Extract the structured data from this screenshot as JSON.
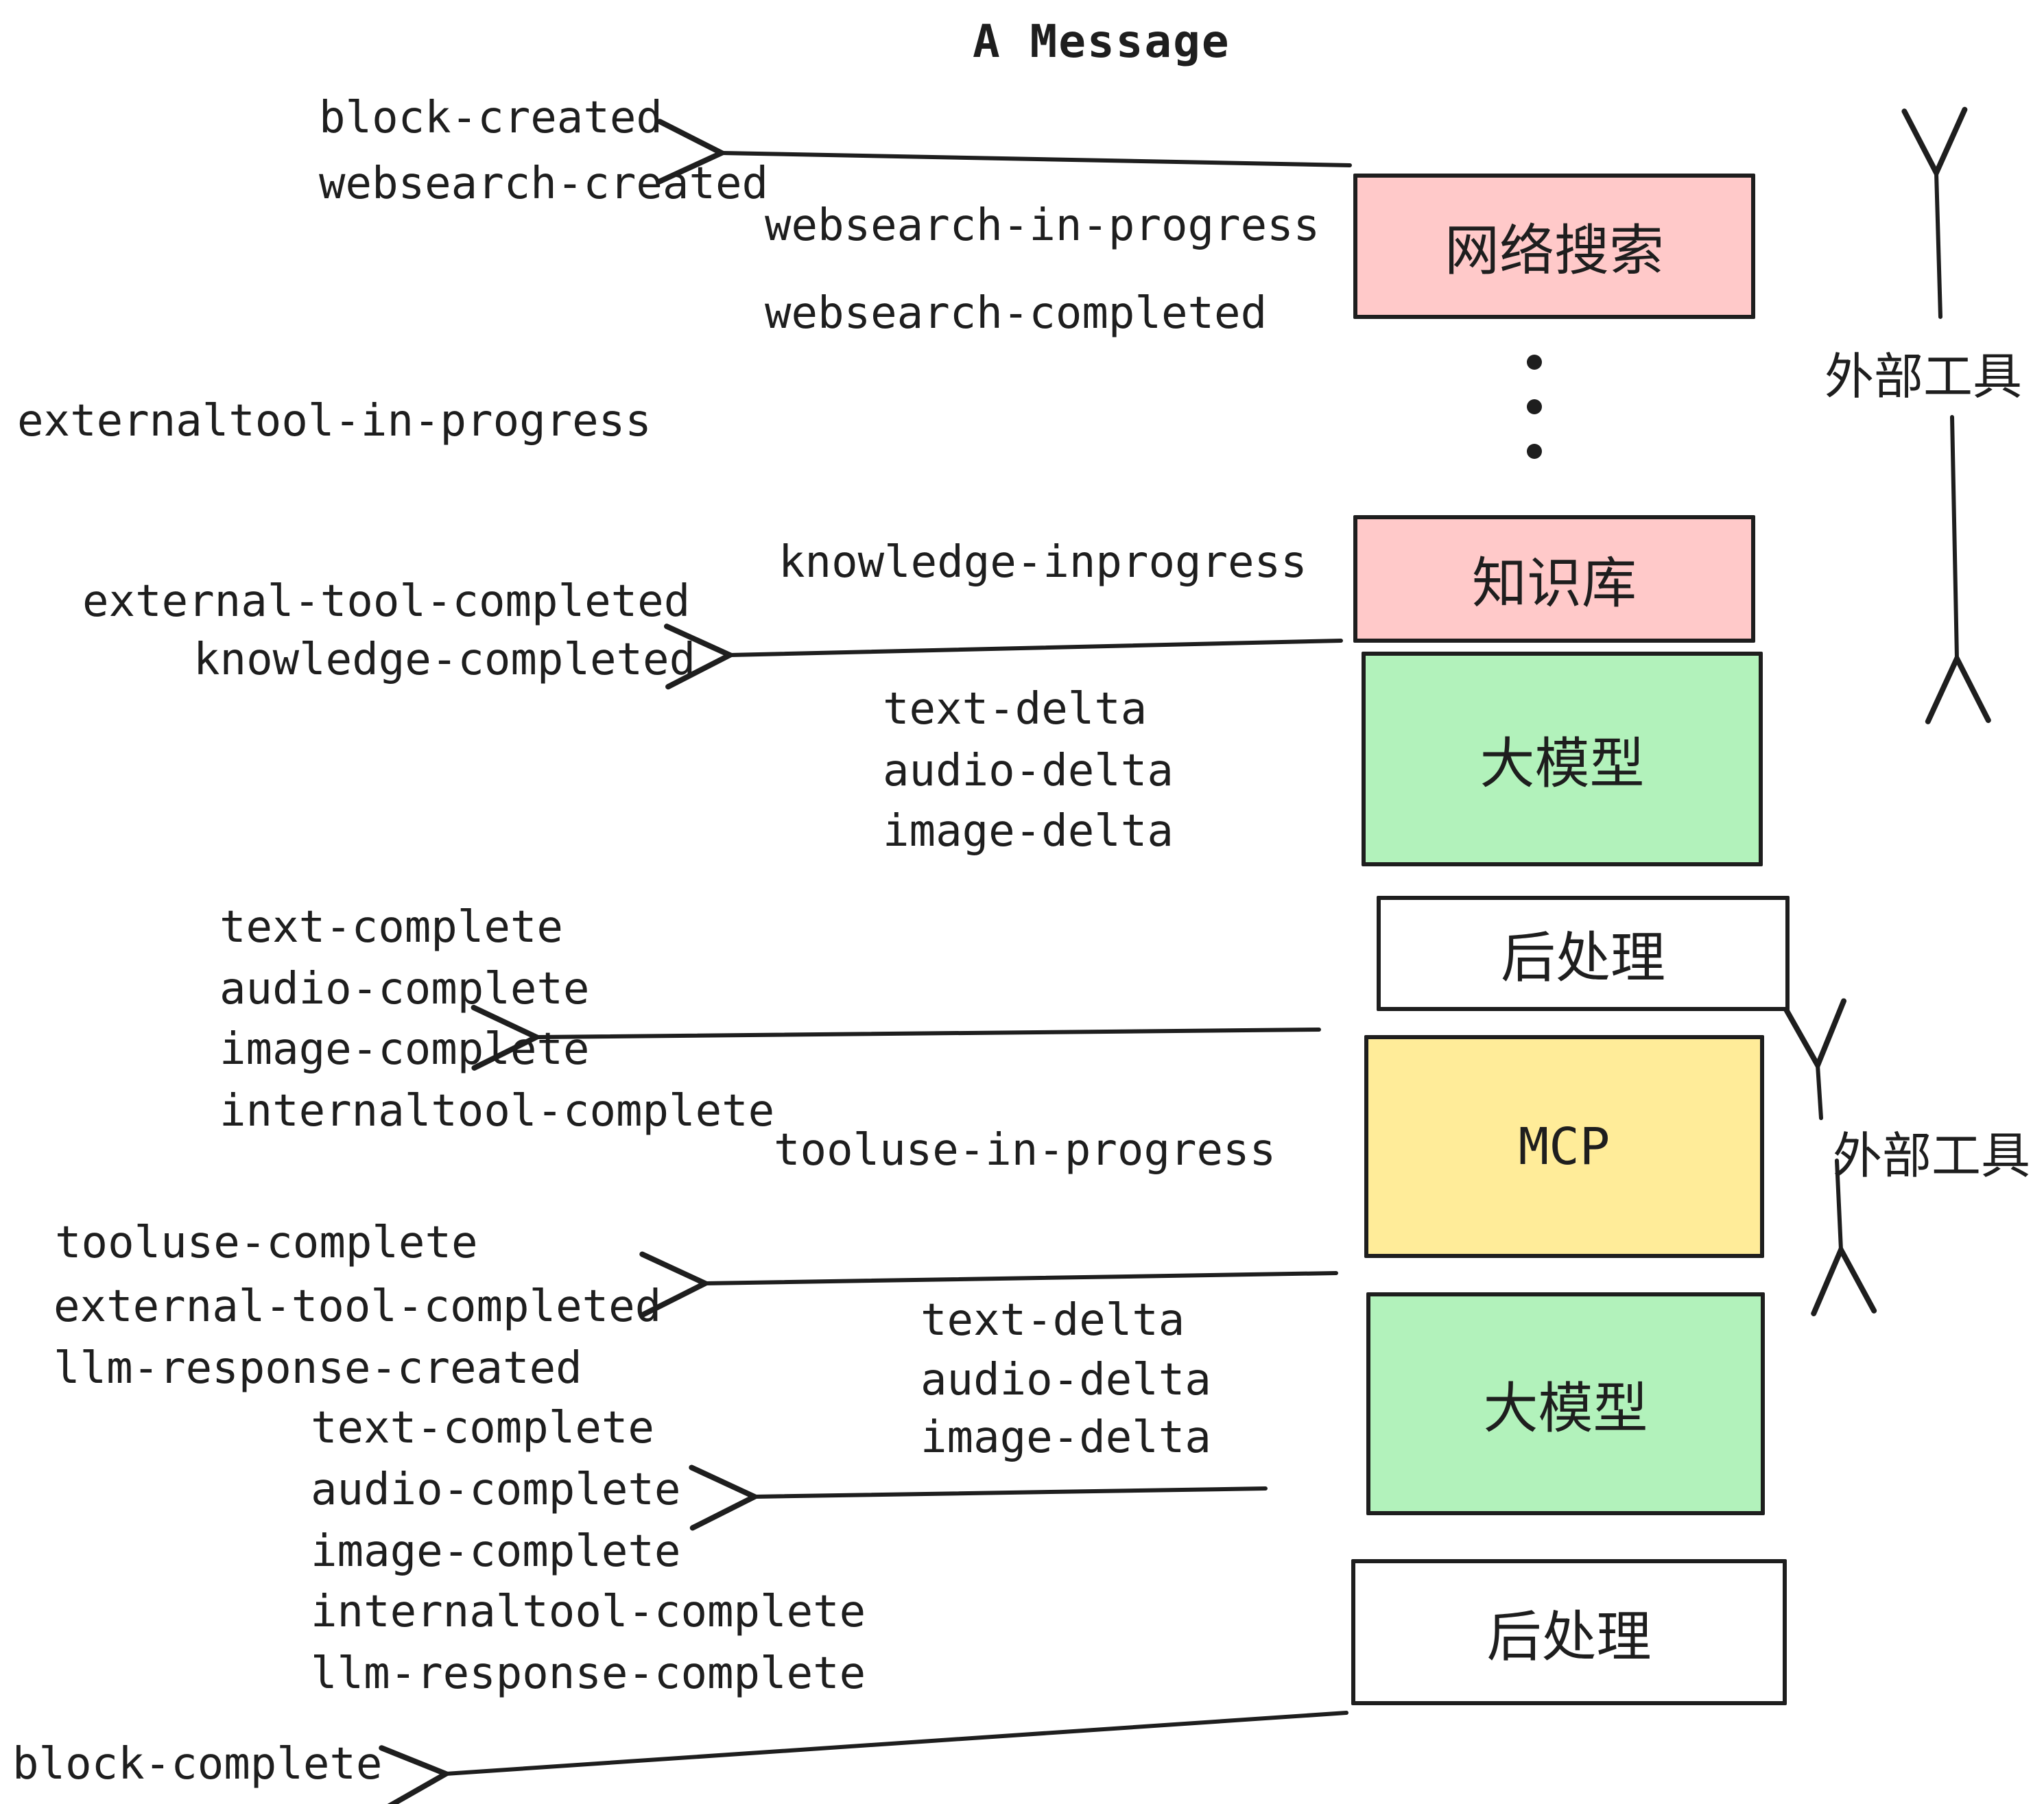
{
  "title": "A Message",
  "colors": {
    "stroke": "#1e1e1e",
    "box_pink": "#ffc9c9",
    "box_green": "#b2f2bb",
    "box_yellow": "#ffec99",
    "box_white": "#ffffff",
    "background": "#ffffff"
  },
  "boxes": {
    "websearch": "网络搜索",
    "knowledge": "知识库",
    "llm": "大模型",
    "postprocess": "后处理",
    "mcp": "MCP"
  },
  "side_labels": {
    "external_tools": "外部工具"
  },
  "events": {
    "block_created": "block-created",
    "websearch_created": "websearch-created",
    "websearch_in_progress": "websearch-in-progress",
    "websearch_completed": "websearch-completed",
    "externaltool_in_progress": "externaltool-in-progress",
    "knowledge_inprogress": "knowledge-inprogress",
    "external_tool_completed": "external-tool-completed",
    "knowledge_completed": "knowledge-completed",
    "text_delta": "text-delta",
    "audio_delta": "audio-delta",
    "image_delta": "image-delta",
    "text_complete": "text-complete",
    "audio_complete": "audio-complete",
    "image_complete": "image-complete",
    "internaltool_complete": "internaltool-complete",
    "tooluse_in_progress": "tooluse-in-progress",
    "tooluse_complete": "tooluse-complete",
    "llm_response_created": "llm-response-created",
    "llm_response_complete": "llm-response-complete",
    "block_complete": "block-complete"
  }
}
